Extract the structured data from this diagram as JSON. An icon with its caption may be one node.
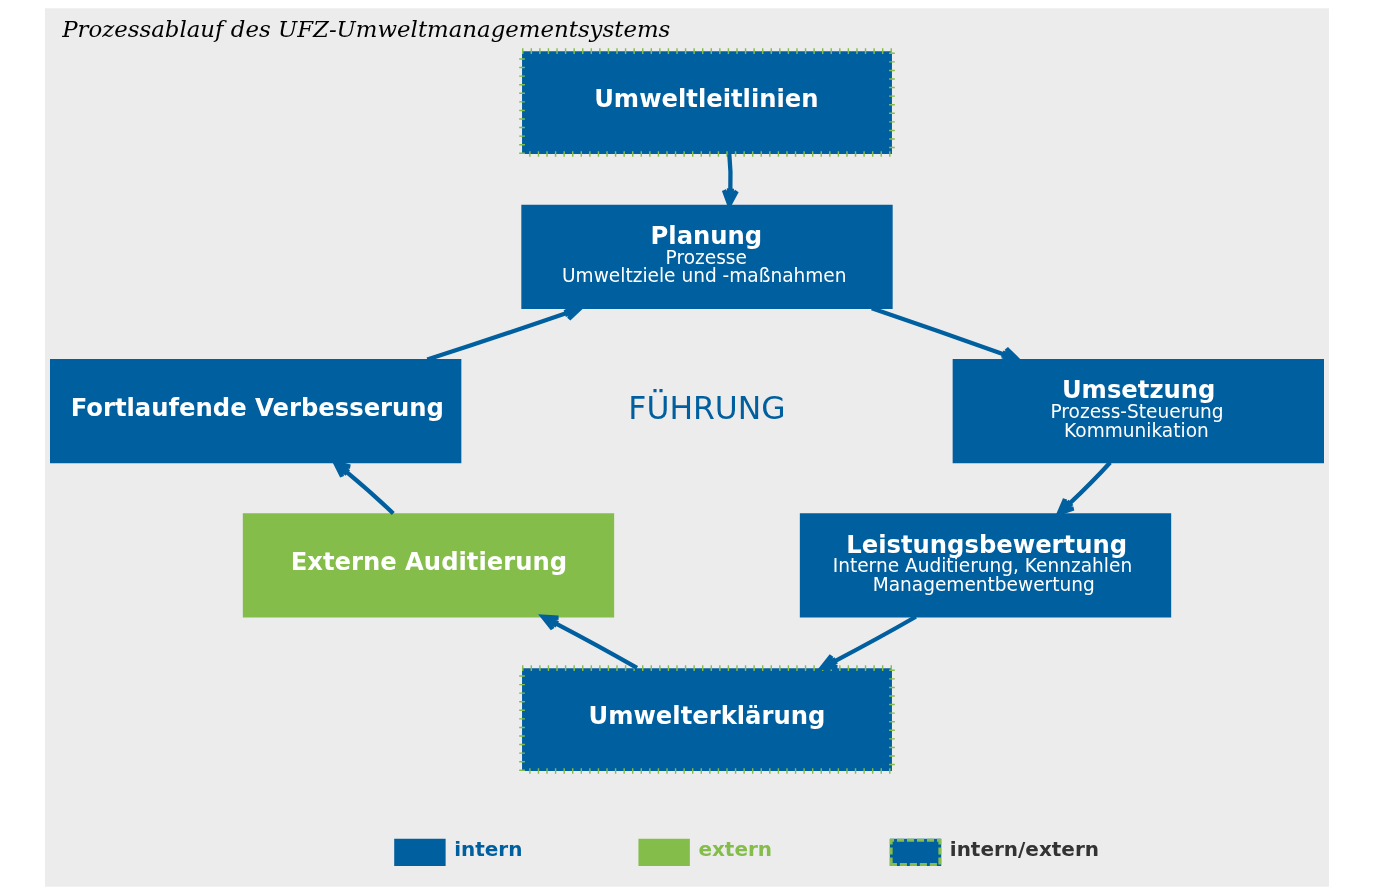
{
  "diagram": {
    "title": "Prozessablauf des UFZ-Umweltmanagementsystems",
    "nodes": [
      {
        "text": [
          "Umweltleitlinien"
        ]
      },
      {
        "text": [
          "Planung",
          "Prozesse",
          "Umweltziele und -maßnahmen"
        ]
      },
      {
        "text": [
          "Fortlaufende Verbesserung"
        ]
      },
      {
        "text": [
          "Umsetzung",
          "Prozess-Steuerung",
          "Kommunikation"
        ]
      },
      {
        "text": [
          "Leistungsbewertung",
          "Interne Auditierung, Kennzahlen",
          "Managementbewertung"
        ]
      },
      {
        "text": [
          "Externe Auditierung"
        ]
      },
      {
        "text": [
          "Umwelterklärung"
        ]
      }
    ],
    "edges": [
      {
        "from": 0,
        "to": 1,
        "arrow": "to"
      },
      {
        "from": 1,
        "to": 3,
        "arrow": "to"
      },
      {
        "from": 3,
        "to": 4,
        "arrow": "to"
      },
      {
        "from": 4,
        "to": 6,
        "arrow": "to"
      },
      {
        "from": 6,
        "to": 5,
        "arrow": "to"
      },
      {
        "from": 5,
        "to": 2,
        "arrow": "to"
      },
      {
        "from": 2,
        "to": 1,
        "arrow": "to"
      }
    ],
    "labels": [
      "FÜHRUNG"
    ],
    "legend": [
      {
        "text": "intern",
        "color": "#005f9e"
      },
      {
        "text": "extern",
        "color": "#84bd4a"
      },
      {
        "text": "intern/extern"
      }
    ]
  }
}
